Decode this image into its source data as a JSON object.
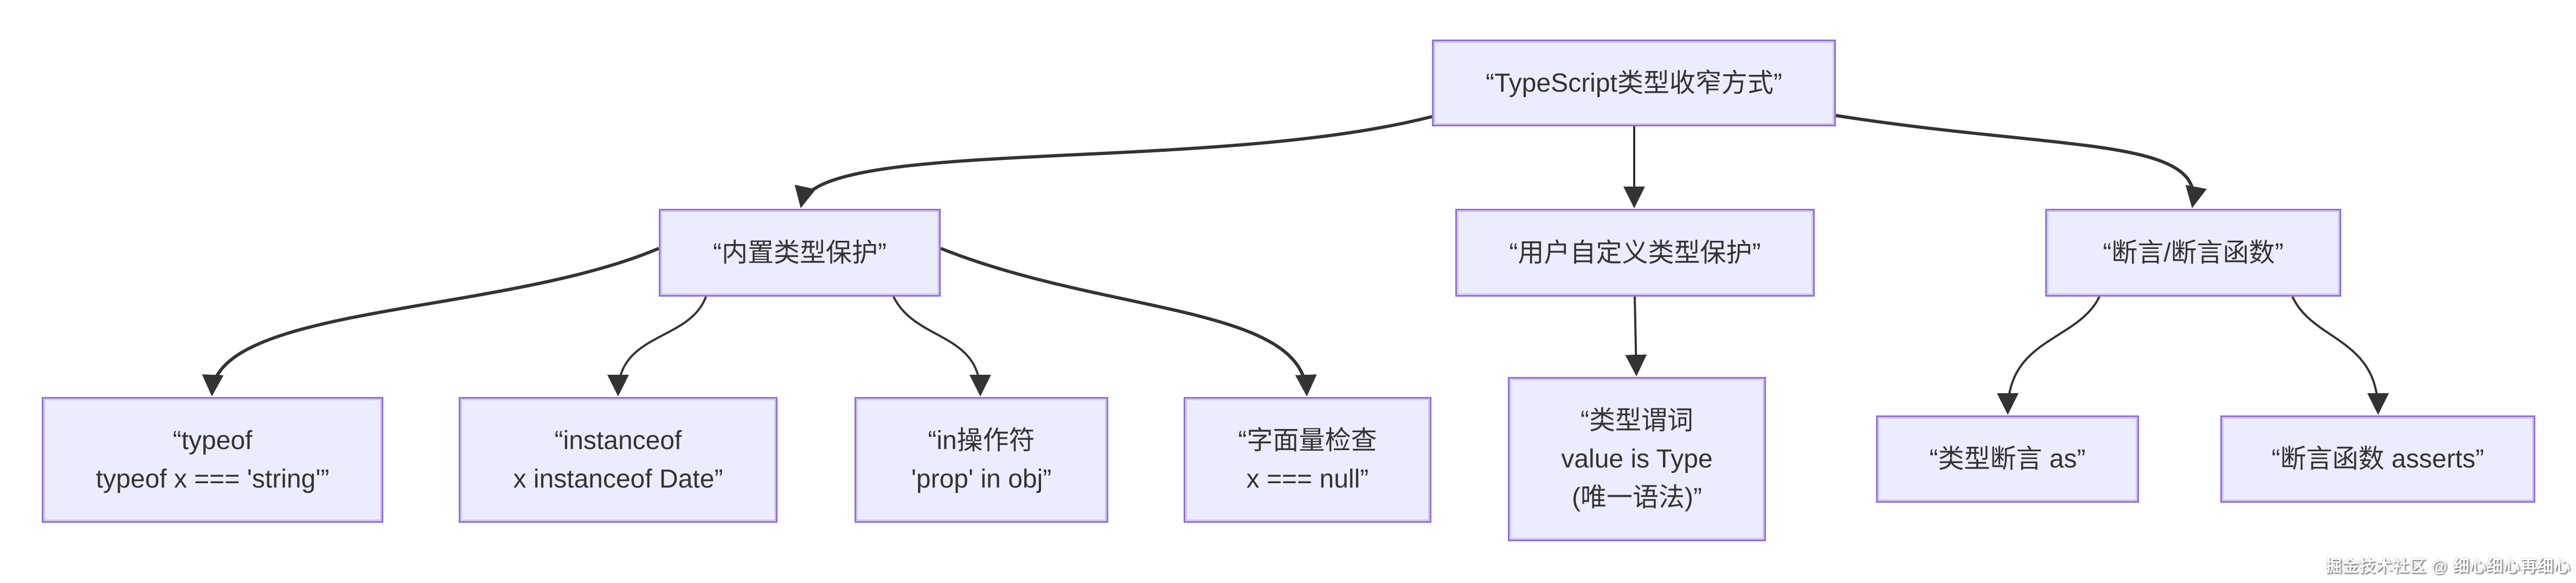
{
  "diagram": {
    "title": "TypeScript type narrowing flowchart",
    "colors": {
      "background": "#ffffff",
      "node_fill": "#ECECFF",
      "node_border": "#9370DB",
      "edge": "#333333",
      "text": "#333333",
      "watermark_text": "#ffffff"
    },
    "nodes": {
      "root": {
        "label": "“TypeScript类型收窄方式”"
      },
      "builtin": {
        "label": "“内置类型保护”"
      },
      "userdefined": {
        "label": "“用户自定义类型保护”"
      },
      "assertion": {
        "label": "“断言/断言函数”"
      },
      "typeof_check": {
        "label": "“typeof\ntypeof x === 'string'”"
      },
      "instanceof_check": {
        "label": "“instanceof\nx instanceof Date”"
      },
      "in_operator": {
        "label": "“in操作符\n'prop' in obj”"
      },
      "literal_check": {
        "label": "“字面量检查\nx === null”"
      },
      "type_predicate": {
        "label": "“类型谓词\nvalue is Type\n(唯一语法)”"
      },
      "type_assertion_as": {
        "label": "“类型断言 as”"
      },
      "assert_function": {
        "label": "“断言函数 asserts”"
      }
    },
    "edges": [
      {
        "from": "root",
        "to": "builtin"
      },
      {
        "from": "root",
        "to": "userdefined"
      },
      {
        "from": "root",
        "to": "assertion"
      },
      {
        "from": "builtin",
        "to": "typeof_check"
      },
      {
        "from": "builtin",
        "to": "instanceof_check"
      },
      {
        "from": "builtin",
        "to": "in_operator"
      },
      {
        "from": "builtin",
        "to": "literal_check"
      },
      {
        "from": "userdefined",
        "to": "type_predicate"
      },
      {
        "from": "assertion",
        "to": "type_assertion_as"
      },
      {
        "from": "assertion",
        "to": "assert_function"
      }
    ],
    "watermark": "掘金技术社区 @ 细心细心再细心"
  }
}
